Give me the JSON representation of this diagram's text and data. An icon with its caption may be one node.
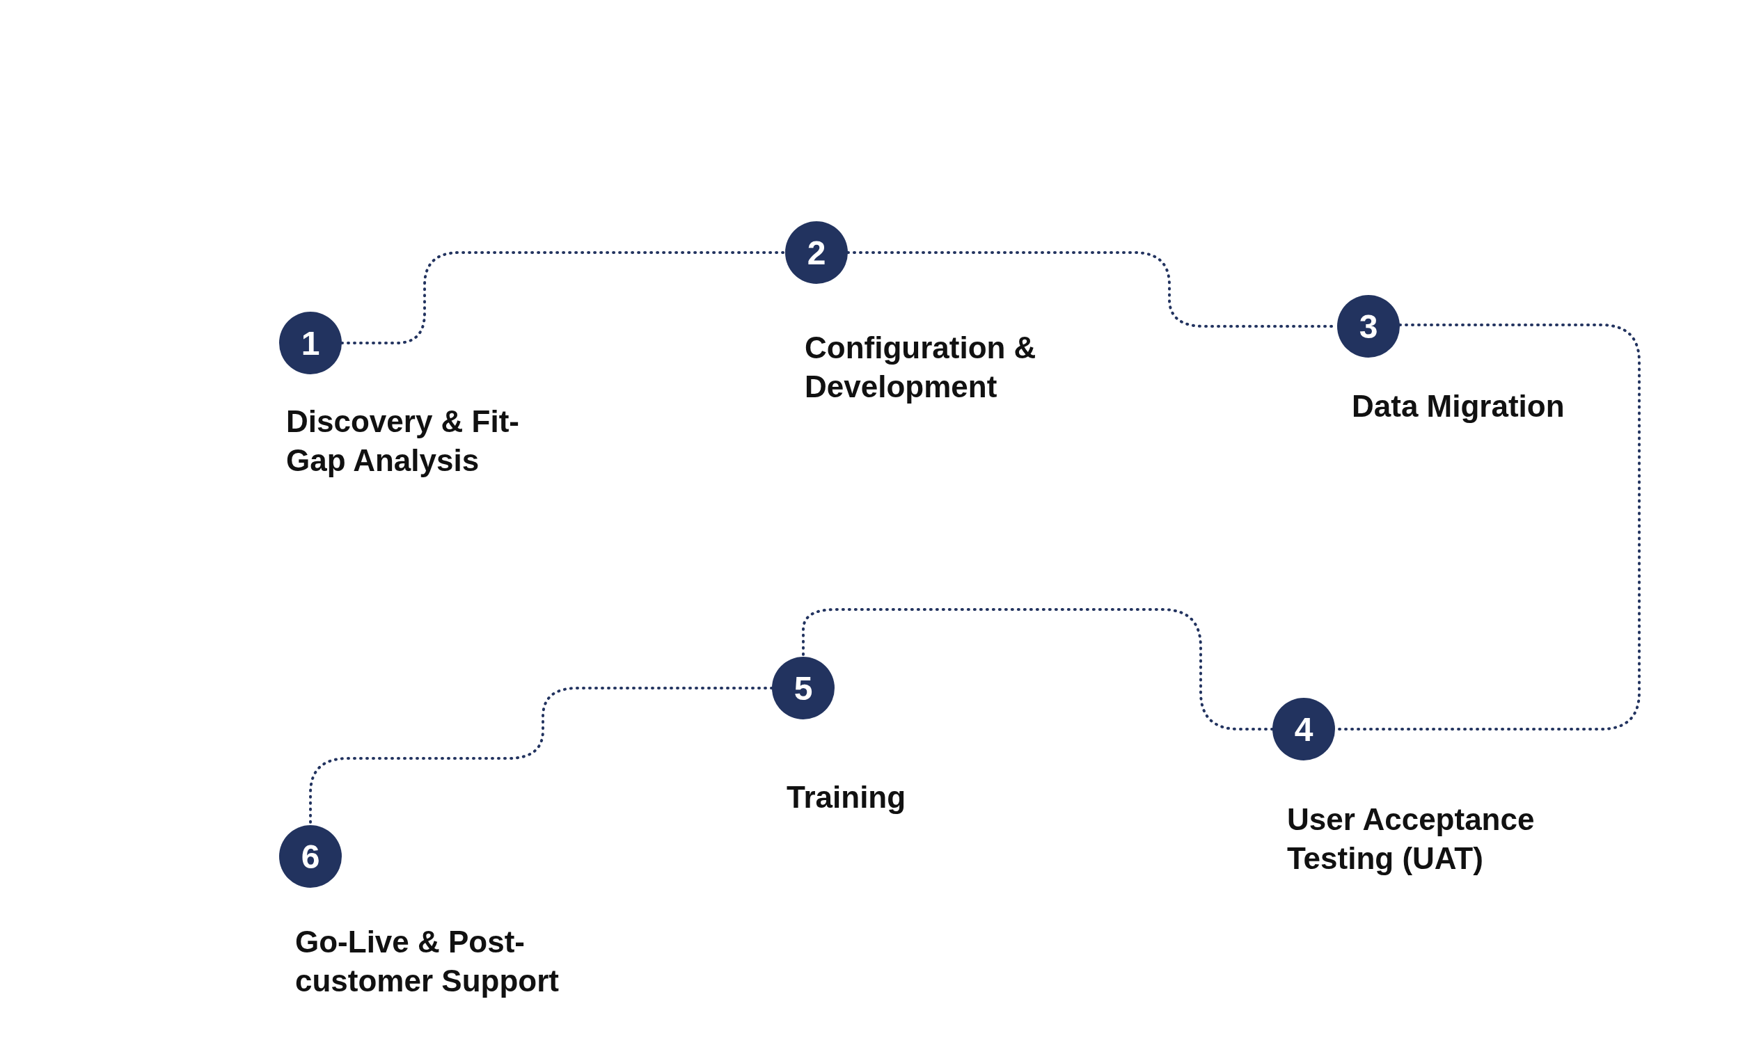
{
  "diagram": {
    "nodes": [
      {
        "text": [
          "1"
        ],
        "beside": [
          "Discovery & Fit-Gap Analysis"
        ]
      },
      {
        "text": [
          "2"
        ],
        "beside": [
          "Configuration & Development"
        ]
      },
      {
        "text": [
          "3"
        ],
        "beside": [
          "Data Migration"
        ]
      },
      {
        "text": [
          "4"
        ],
        "beside": [
          "User Acceptance Testing (UAT)"
        ]
      },
      {
        "text": [
          "5"
        ],
        "beside": [
          "Training"
        ]
      },
      {
        "text": [
          "6"
        ],
        "beside": [
          "Go-Live & Post-customer Support"
        ]
      }
    ],
    "edges": [
      {
        "from": 0,
        "to": 1,
        "arrow": "none",
        "style": "dashed"
      },
      {
        "from": 1,
        "to": 2,
        "arrow": "none",
        "style": "dashed"
      },
      {
        "from": 2,
        "to": 3,
        "arrow": "none",
        "style": "dashed"
      },
      {
        "from": 3,
        "to": 4,
        "arrow": "none",
        "style": "dashed"
      },
      {
        "from": 4,
        "to": 5,
        "arrow": "none",
        "style": "dashed"
      }
    ]
  }
}
